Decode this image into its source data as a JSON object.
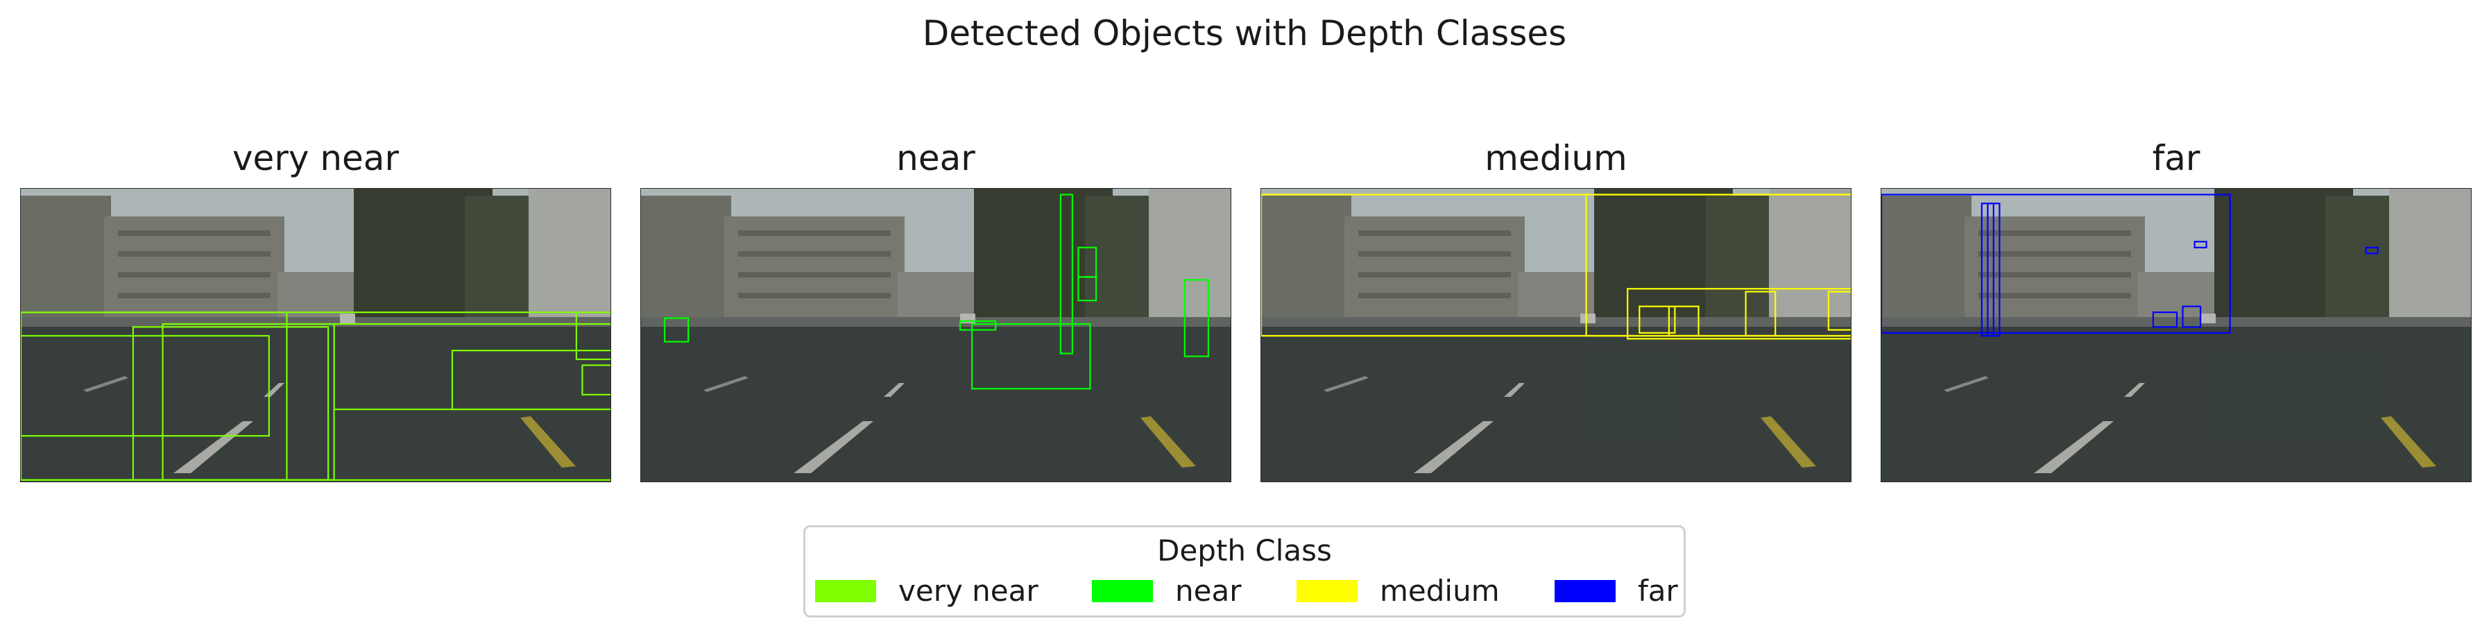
{
  "chart_data": {
    "type": "image-grid",
    "title": "Detected Objects with Depth Classes",
    "panels": [
      {
        "title": "very near",
        "class": "very near",
        "color": "#7fff00"
      },
      {
        "title": "near",
        "class": "near",
        "color": "#00ff00"
      },
      {
        "title": "medium",
        "class": "medium",
        "color": "#ffff00"
      },
      {
        "title": "far",
        "class": "far",
        "color": "#0000ff"
      }
    ],
    "legend": {
      "title": "Depth Class",
      "placement": "bottom-center",
      "entries": [
        {
          "label": "very near",
          "color": "#7fff00"
        },
        {
          "label": "near",
          "color": "#00ff00"
        },
        {
          "label": "medium",
          "color": "#ffff00"
        },
        {
          "label": "far",
          "color": "#0000ff"
        }
      ]
    },
    "grid": false
  }
}
